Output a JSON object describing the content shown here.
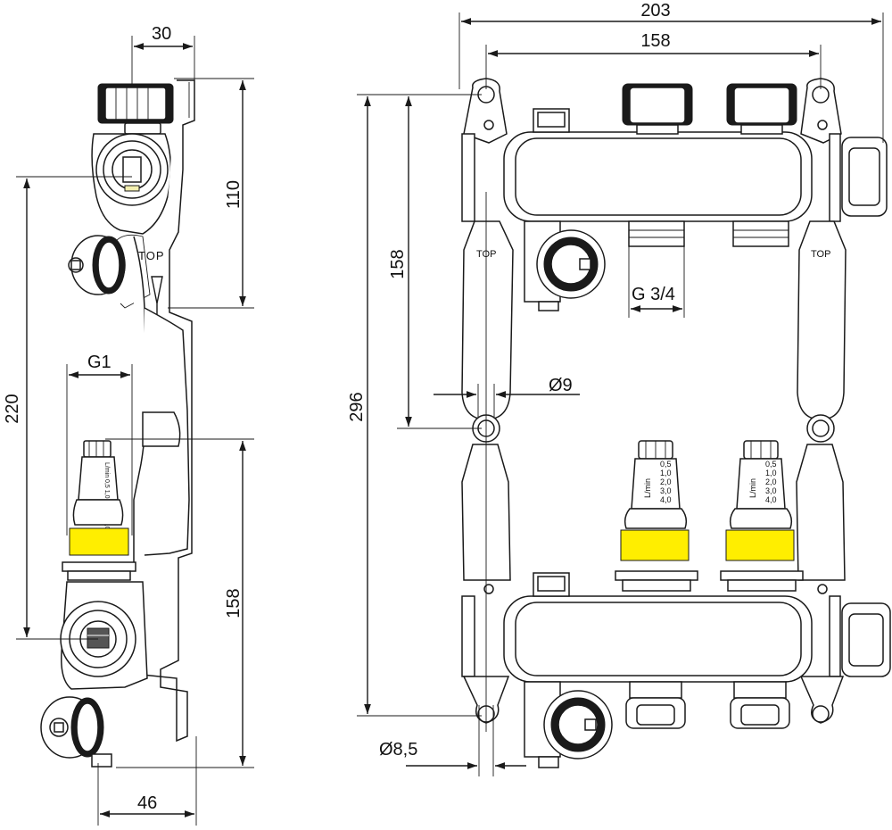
{
  "side_view": {
    "dims": {
      "width_top": "30",
      "height_upper": "110",
      "height_total": "220",
      "thread": "G1",
      "height_lower": "158",
      "width_bottom": "46"
    },
    "marking": "TOP",
    "gauge_scale": "L/min 0,5 1,0 2,0 3,0 4,0"
  },
  "front_view": {
    "dims": {
      "width_total": "203",
      "width_inner": "158",
      "height_total": "296",
      "height_spacing": "158",
      "thread": "G 3/4",
      "hole_upper": "Ø9",
      "hole_lower": "Ø8,5"
    },
    "marking": "TOP",
    "gauge_labels": [
      "L/min",
      "0,5",
      "1,0",
      "2,0",
      "3,0",
      "4,0"
    ]
  },
  "colors": {
    "line": "#1a1a1a",
    "highlight": "#ffee00",
    "background": "#ffffff"
  }
}
